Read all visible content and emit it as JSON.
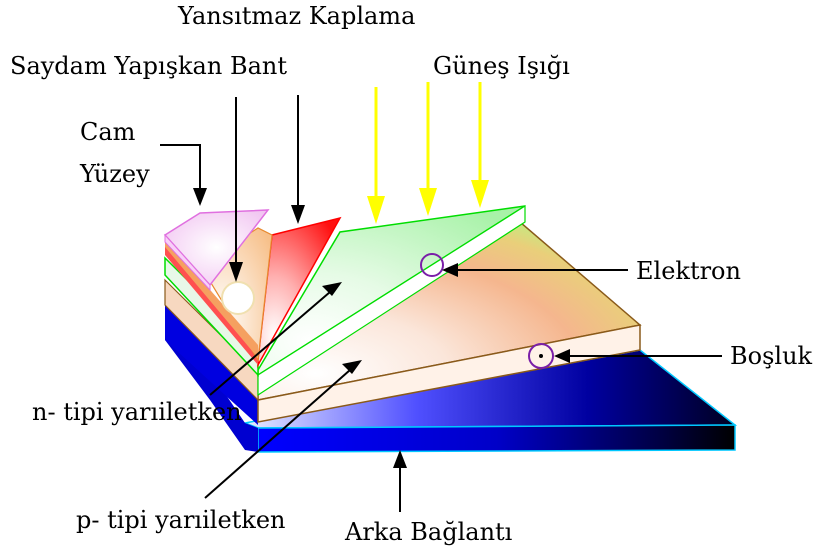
{
  "labels": {
    "antireflective_coating": "Yansıtmaz Kaplama",
    "transparent_adhesive_tape": "Saydam Yapışkan Bant",
    "sunlight": "Güneş Işığı",
    "glass_surface_line1": "Cam",
    "glass_surface_line2": "Yüzey",
    "electron": "Elektron",
    "hole": "Boşluk",
    "n_type_semiconductor": "n- tipi yarıiletken",
    "p_type_semiconductor": "p- tipi yarıiletken",
    "back_contact": "Arka Bağlantı"
  },
  "colors": {
    "sunlight_arrows": "#ffff00",
    "antireflective_coating": "#ff2020",
    "glass": "#f2b8f2",
    "n_layer": "#b8f7b8",
    "p_layer": "#f2b48a",
    "back_contact": "#0000ee",
    "electron_marker": "#7a1fa8",
    "hole_marker": "#7a1fa8"
  }
}
